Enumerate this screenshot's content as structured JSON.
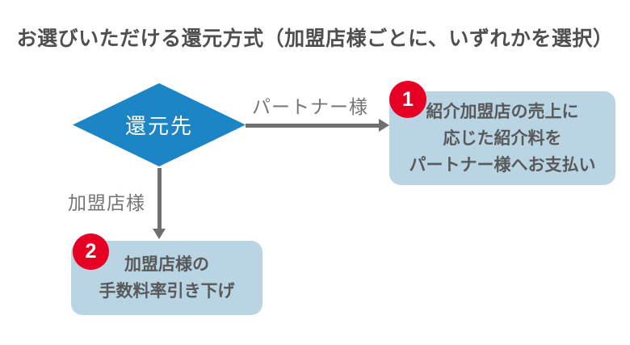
{
  "title": "お選びいただける還元方式（加盟店様ごとに、いずれかを選択）",
  "colors": {
    "diamond_blue": "#1b85c5",
    "box_light_blue": "#b9d5e4",
    "badge_red": "#e60023",
    "arrow_gray": "#6f6f6f",
    "title_gray": "#4f4f4f",
    "box_text_gray": "#595959",
    "label_gray": "#757575"
  },
  "flowchart": {
    "decision": {
      "label": "還元先"
    },
    "branch_right": {
      "arrow_label": "パートナー様",
      "badge": "1",
      "lines": [
        "紹介加盟店の売上に",
        "応じた紹介料を",
        "パートナー様へお支払い"
      ]
    },
    "branch_down": {
      "arrow_label": "加盟店様",
      "badge": "2",
      "lines": [
        "加盟店様の",
        "手数料率引き下げ"
      ]
    }
  }
}
